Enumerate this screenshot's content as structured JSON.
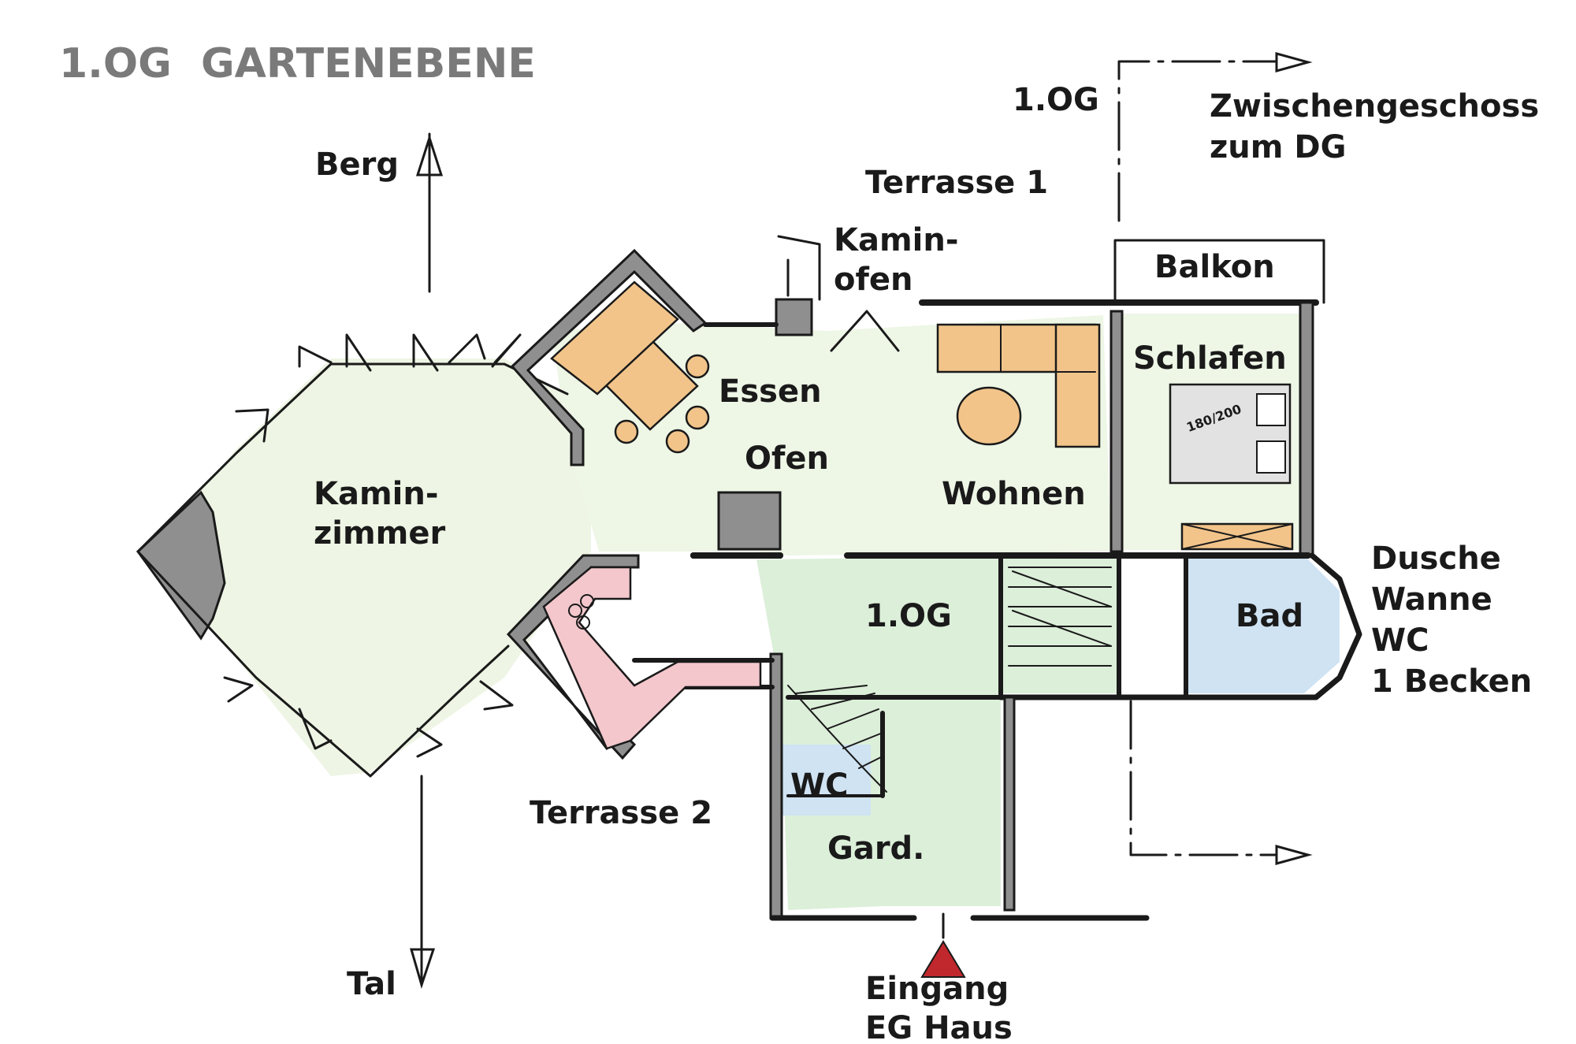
{
  "title": {
    "floor": "1.OG",
    "name": "GARTENEBENE"
  },
  "orientation": {
    "up": "Berg",
    "down": "Tal"
  },
  "section": {
    "left": "1.OG",
    "right_line1": "Zwischengeschoss",
    "right_line2": "zum DG"
  },
  "rooms": {
    "terrasse1": "Terrasse 1",
    "kaminofen_line1": "Kamin-",
    "kaminofen_line2": "ofen",
    "balkon": "Balkon",
    "schlafen": "Schlafen",
    "essen": "Essen",
    "ofen": "Ofen",
    "wohnen": "Wohnen",
    "kaminzimmer_line1": "Kamin-",
    "kaminzimmer_line2": "zimmer",
    "flur": "1.OG",
    "bad": "Bad",
    "wc": "WC",
    "gard": "Gard.",
    "terrasse2": "Terrasse 2",
    "bed_size": "180/200"
  },
  "bad_fixtures": [
    "Dusche",
    "Wanne",
    "WC",
    "1 Becken"
  ],
  "entrance": {
    "line1": "Eingang",
    "line2": "EG Haus"
  },
  "colors": {
    "floor_green": "#ecf5df",
    "floor_mint": "#dcefd9",
    "wood_orange": "#f2c48a",
    "bath_blue": "#cfe3f3",
    "kitchen_pink": "#f3c7cc",
    "wall_grey": "#8f8f8f",
    "entrance_red": "#c0282d",
    "title_grey": "#7a7a7a"
  }
}
